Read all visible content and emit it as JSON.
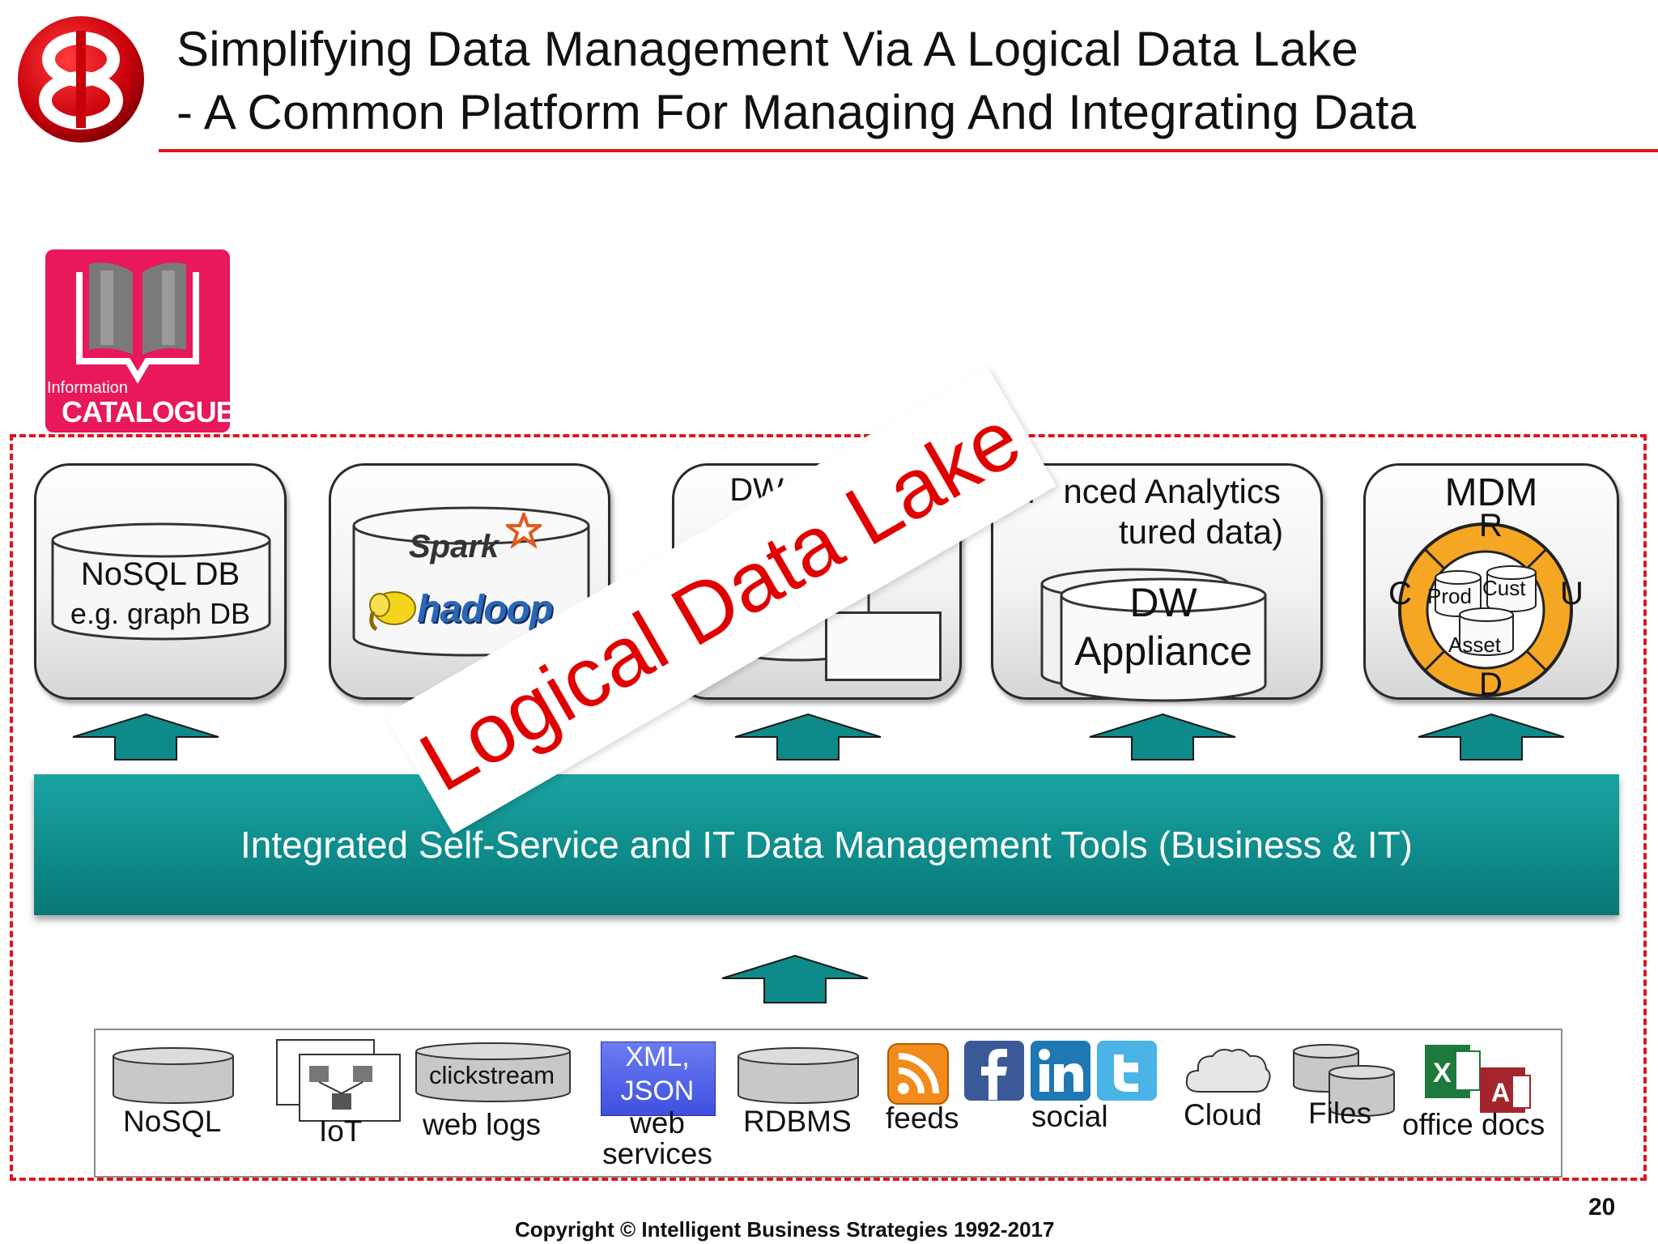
{
  "header": {
    "title_line1": "Simplifying Data Management Via A Logical Data Lake",
    "title_line2": "- A Common Platform For Managing And Integrating Data"
  },
  "catalogue": {
    "small": "Information",
    "big": "CATALOGUE"
  },
  "stores": {
    "nosql": {
      "line1": "NoSQL DB",
      "line2": "e.g. graph DB"
    },
    "hadoop": {
      "spark": "Spark",
      "hadoop": "hadoop"
    },
    "dw": {
      "title": "DW & marts"
    },
    "analytics": {
      "line1": "Ad   nced Analytics",
      "line2": "   tured data)",
      "appliance_line1": "DW",
      "appliance_line2": "Appliance"
    },
    "mdm": {
      "title": "MDM",
      "r": "R",
      "c": "C",
      "u": "U",
      "d": "D",
      "prod": "Prod",
      "cust": "Cust",
      "asset": "Asset"
    }
  },
  "tools_bar": {
    "label": "Integrated Self-Service and IT Data Management Tools (Business & IT)"
  },
  "overlay": {
    "label": "Logical Data Lake"
  },
  "sources": {
    "nosql": "NoSQL",
    "iot": "IoT",
    "clickstream": "clickstream",
    "weblogs": "web logs",
    "xml_line1": "XML,",
    "xml_line2": "JSON",
    "webservices_line1": "web",
    "webservices_line2": "services",
    "rdbms": "RDBMS",
    "feeds": "feeds",
    "social": "social",
    "cloud": "Cloud",
    "files": "Files",
    "office": "office docs"
  },
  "footer": {
    "copyright": "Copyright © Intelligent Business Strategies 1992-2017",
    "page": "20"
  },
  "colors": {
    "accent_red": "#e2141d",
    "teal": "#0d8a89",
    "catalogue_pink": "#e8185a",
    "mdm_orange": "#f5a623"
  }
}
